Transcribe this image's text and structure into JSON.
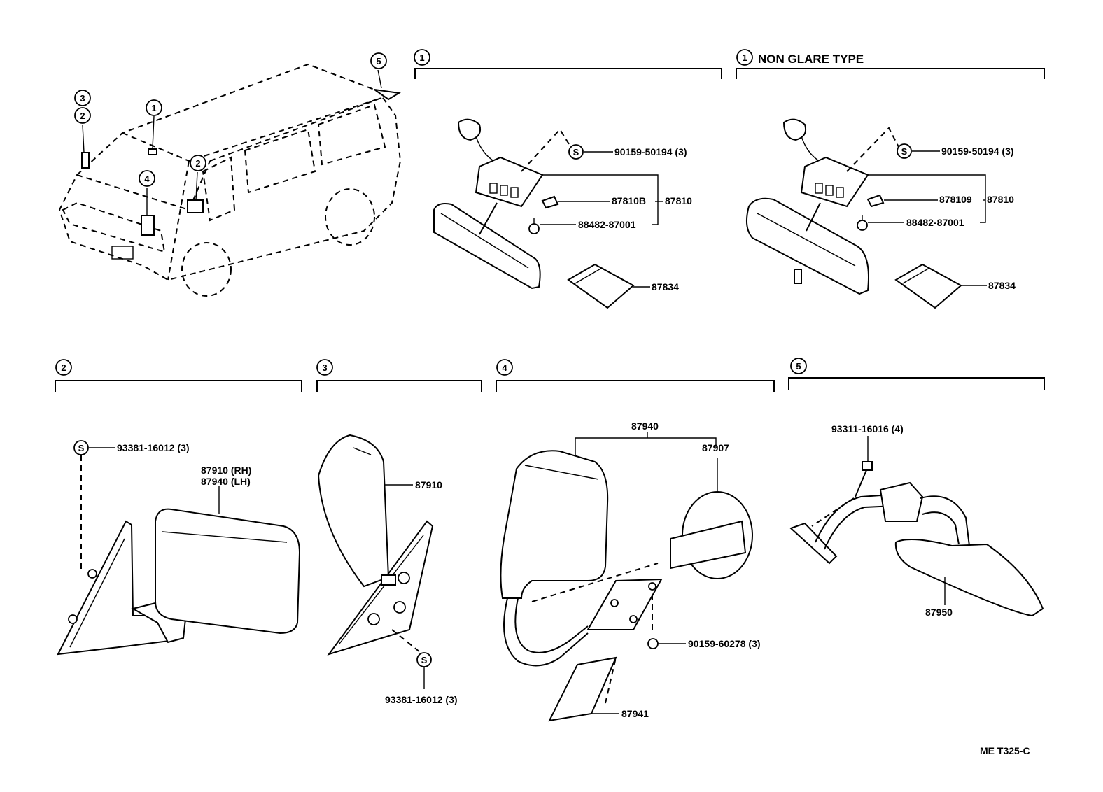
{
  "callouts": {
    "c1": "1",
    "c2": "2",
    "c3": "3",
    "c4": "4",
    "c5": "5",
    "s": "S"
  },
  "sections": {
    "s1": {
      "num": "1"
    },
    "s1ng": {
      "num": "1",
      "title": "NON GLARE TYPE"
    },
    "s2": {
      "num": "2"
    },
    "s3": {
      "num": "3"
    },
    "s4": {
      "num": "4"
    },
    "s5": {
      "num": "5"
    }
  },
  "parts": {
    "p1_screw": "90159-50194 (3)",
    "p1_bulb": "87810B",
    "p1_assy": "87810",
    "p1_clip": "88482-87001",
    "p1_cover": "87834",
    "p1ng_screw": "90159-50194 (3)",
    "p1ng_bulb": "878109",
    "p1ng_assy": "87810",
    "p1ng_clip": "88482-87001",
    "p1ng_cover": "87834",
    "p2_screw": "93381-16012 (3)",
    "p2_rh": "87910 (RH)",
    "p2_lh": "87940 (LH)",
    "p3_mirror": "87910",
    "p3_screw": "93381-16012 (3)",
    "p4_assy": "87940",
    "p4_mirror": "87907",
    "p4_screw": "90159-60278 (3)",
    "p4_bracket": "87941",
    "p5_screw": "93311-16016 (4)",
    "p5_mirror": "87950"
  },
  "footer": {
    "code": "ME  T325-C"
  },
  "icons": [
    "screw-symbol-s",
    "bolt-symbol",
    "callout-circle"
  ]
}
